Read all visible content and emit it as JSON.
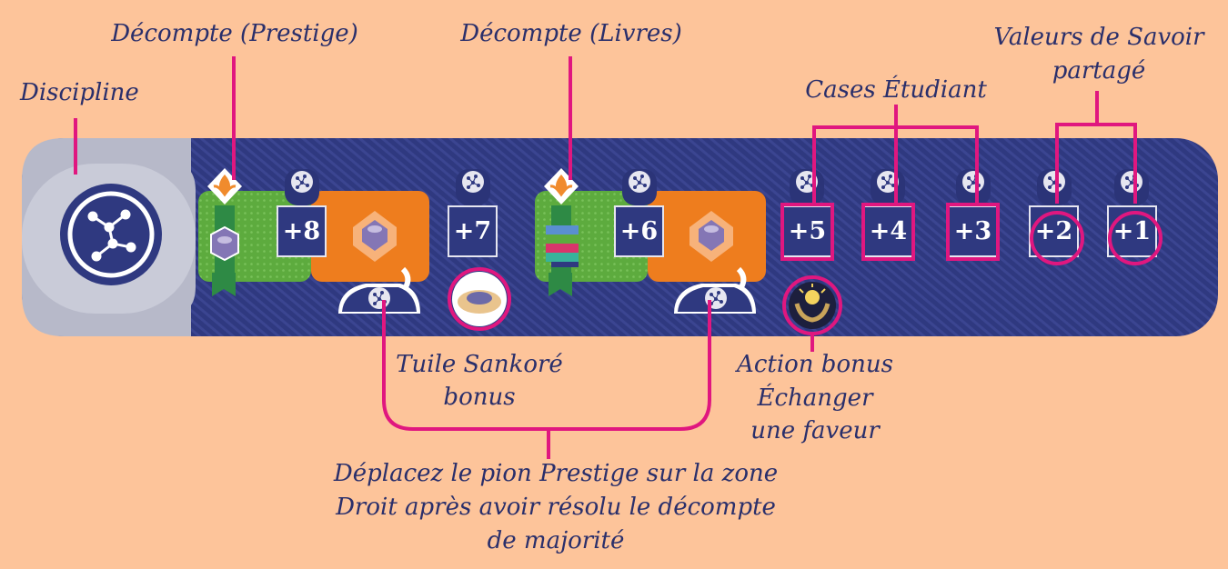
{
  "labels": {
    "discipline": "Discipline",
    "decompte_prestige": "Décompte (Prestige)",
    "decompte_livres": "Décompte (Livres)",
    "cases_etudiant": "Cases Étudiant",
    "valeurs_savoir_line1": "Valeurs de Savoir",
    "valeurs_savoir_line2": "partagé",
    "tuile_line1": "Tuile Sankoré",
    "tuile_line2": "bonus",
    "action_line1": "Action bonus",
    "action_line2": "Échanger",
    "action_line3": "une faveur",
    "deplacez_line1": "Déplacez le pion Prestige sur la zone",
    "deplacez_line2": "Droit après avoir résolu le décompte",
    "deplacez_line3": "de majorité"
  },
  "board": {
    "values": [
      "+8",
      "+7",
      "+6",
      "+5",
      "+4",
      "+3",
      "+2",
      "+1"
    ]
  },
  "colors": {
    "background": "#fdc49a",
    "board": "#2f3980",
    "callout": "#e0177f",
    "label_text": "#2a2f6b",
    "green": "#5dab3e",
    "orange": "#ee7d1e"
  },
  "icons": [
    "discipline-emblem-icon",
    "star-map-icon",
    "prestige-flower-icon",
    "tile-icon",
    "books-icon",
    "hands-light-icon",
    "arrow-icon"
  ]
}
